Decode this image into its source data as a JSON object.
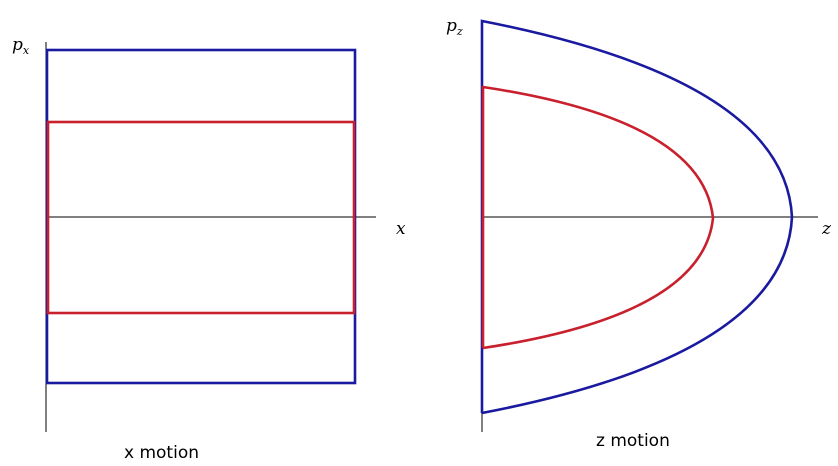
{
  "left_panel": {
    "y_axis_label": "p",
    "y_axis_subscript": "x",
    "x_axis_label": "x",
    "caption": "x motion",
    "outer_orbit_color": "#1a1aa0",
    "inner_orbit_color": "#c8202c"
  },
  "right_panel": {
    "y_axis_label": "p",
    "y_axis_subscript": "z",
    "x_axis_label": "z",
    "caption": "z motion",
    "outer_orbit_color": "#1a1aa0",
    "inner_orbit_color": "#c8202c"
  }
}
